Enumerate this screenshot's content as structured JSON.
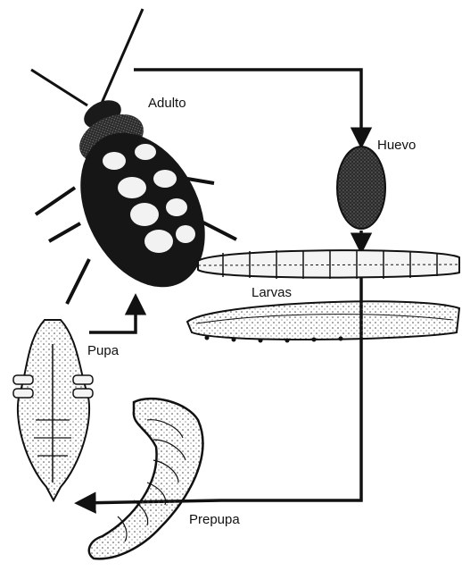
{
  "diagram": {
    "stages": {
      "adult": "Adulto",
      "egg": "Huevo",
      "larvae": "Larvas",
      "pupa": "Pupa",
      "prepupa": "Prepupa"
    }
  },
  "colors": {
    "ink": "#111111",
    "paper": "#ffffff",
    "egg_fill": "#2a2a2a",
    "beetle_body": "#161616",
    "beetle_spot": "#f2f2f2",
    "grub_fill": "#f4f4f4"
  }
}
